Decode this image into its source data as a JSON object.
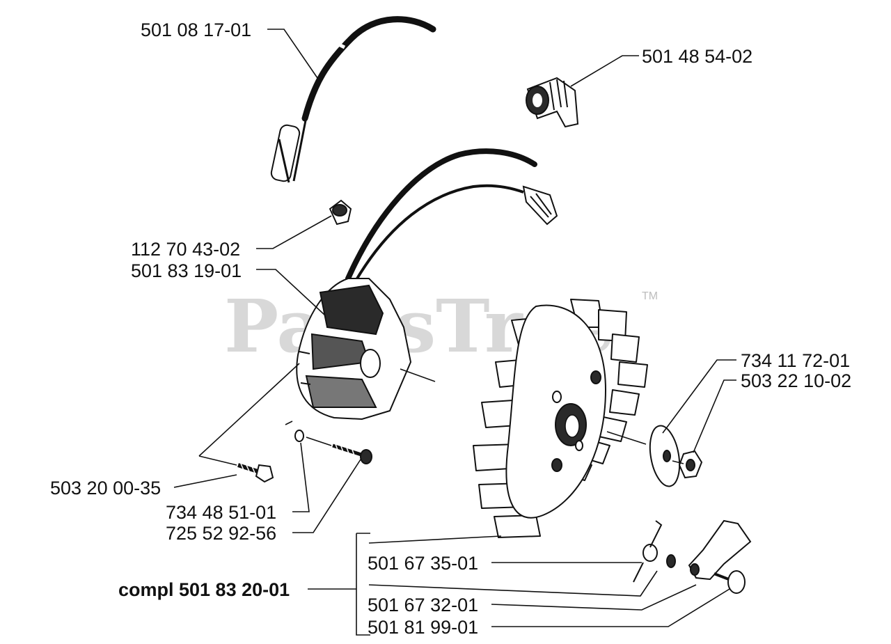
{
  "watermark": {
    "text": "PartsTree",
    "tm": "TM"
  },
  "labels": {
    "ignition_lead": "501 08 17-01",
    "plug_cap": "501 48 54-02",
    "grommet": "112 70 43-02",
    "ignition_module": "501 83 19-01",
    "washer": "734 11 72-01",
    "nut": "503 22 10-02",
    "module_screw": "503 20 00-35",
    "spring_washer": "734 48 51-01",
    "screw": "725 52 92-56",
    "flywheel": "501 67 35-01",
    "spring": "501 67 32-01",
    "pawl_bolt": "501 81 99-01",
    "assembly": "compl 501 83 20-01"
  }
}
